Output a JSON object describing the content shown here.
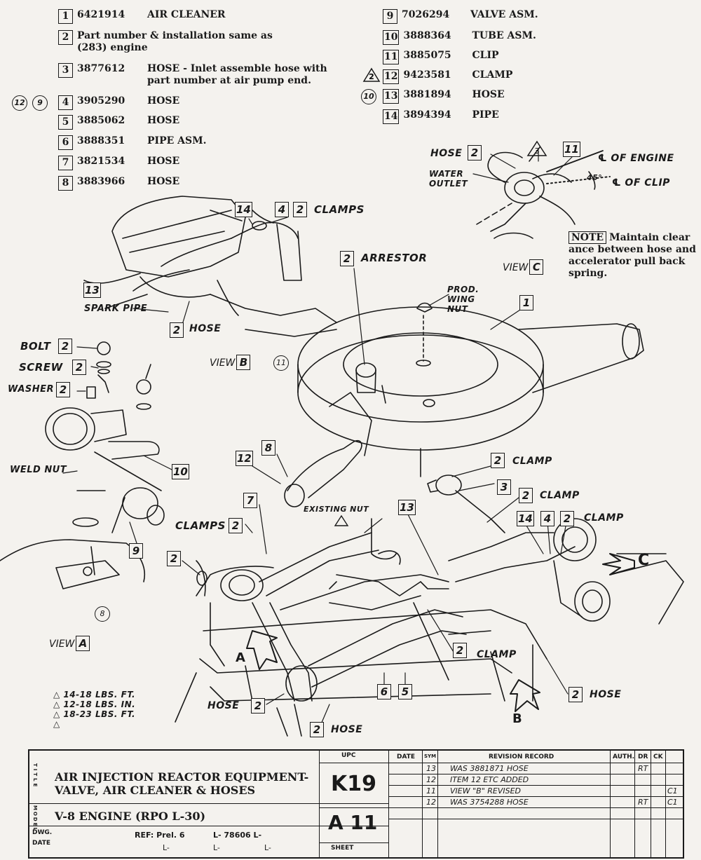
{
  "parts_list": [
    {
      "item": "1",
      "part": "6421914",
      "desc": "AIR CLEANER"
    },
    {
      "item": "2",
      "part": "",
      "desc": "Part number & installation same as (283) engine"
    },
    {
      "item": "3",
      "part": "3877612",
      "desc": "HOSE - Inlet assemble hose with part number at air pump end."
    },
    {
      "item": "4",
      "part": "3905290",
      "desc": "HOSE",
      "refs": [
        "12",
        "9"
      ]
    },
    {
      "item": "5",
      "part": "3885062",
      "desc": "HOSE"
    },
    {
      "item": "6",
      "part": "3888351",
      "desc": "PIPE ASM."
    },
    {
      "item": "7",
      "part": "3821534",
      "desc": "HOSE"
    },
    {
      "item": "8",
      "part": "3883966",
      "desc": "HOSE"
    },
    {
      "item": "9",
      "part": "7026294",
      "desc": "VALVE ASM."
    },
    {
      "item": "10",
      "part": "3888364",
      "desc": "TUBE ASM."
    },
    {
      "item": "11",
      "part": "3885075",
      "desc": "CLIP"
    },
    {
      "item": "12",
      "part": "9423581",
      "desc": "CLAMP",
      "flag": "2"
    },
    {
      "item": "13",
      "part": "3881894",
      "desc": "HOSE",
      "ref": "10"
    },
    {
      "item": "14",
      "part": "3894394",
      "desc": "PIPE"
    }
  ],
  "callouts": {
    "hose2_c": "HOSE",
    "water_outlet": "WATER OUTLET",
    "cl_engine": "℄ OF ENGINE",
    "cl_clip": "℄ OF CLIP",
    "deg45": "45°",
    "view_c": "VIEW",
    "c": "C",
    "note_tag": "NOTE",
    "note_text": "Maintain clear ance between hose and accelerator pull back spring.",
    "clamps_top": "CLAMPS",
    "arrestor": "ARRESTOR",
    "prod_wing_nut": "PROD. WING NUT",
    "spark_pipe": "SPARK PIPE",
    "hose_b": "HOSE",
    "view_b": "VIEW",
    "b": "B",
    "bolt": "BOLT",
    "screw": "SCREW",
    "washer": "WASHER",
    "weld_nut": "WELD NUT",
    "existing_nut": "EXISTING NUT",
    "clamps_mid": "CLAMPS",
    "clamp_a": "CLAMP",
    "clamp_b": "CLAMP",
    "clamp_c": "CLAMP",
    "clamp_d": "CLAMP",
    "hose_e": "HOSE",
    "hose_f": "HOSE",
    "hose_g": "HOSE",
    "view_a": "VIEW",
    "a": "A",
    "arrow_a": "A",
    "arrow_b": "B",
    "arrow_c": "C",
    "n2": "2",
    "n1": "1",
    "n3": "3",
    "n4": "4",
    "n5": "5",
    "n6": "6",
    "n7": "7",
    "n8": "8",
    "n9": "9",
    "n10": "10",
    "n11": "11",
    "n12": "12",
    "n13": "13",
    "n14": "14"
  },
  "torques": [
    "14-18 LBS. FT.",
    "12-18 LBS. IN.",
    "18-23 LBS. FT."
  ],
  "title_block": {
    "upc_label": "UPC",
    "upc": "K19",
    "group": "A 11",
    "sheet": "SHEET",
    "title_lines": [
      "AIR INJECTION REACTOR EQUIPMENT-",
      "VALVE, AIR CLEANER & HOSES"
    ],
    "model": "V-8 ENGINE (RPO L-30)",
    "title_tag": "TITLE",
    "model_tag": "MODEL",
    "dwg": "DWG.",
    "date": "DATE",
    "ref": "REF: Prel. 6",
    "ref_no": "L- 78606 L-",
    "l_marks": [
      "L-",
      "L-",
      "L-"
    ],
    "rev_headers": {
      "date": "DATE",
      "sym": "SYM",
      "record": "REVISION RECORD",
      "auth": "AUTH.",
      "dr": "DR",
      "ck": "CK"
    },
    "revisions": [
      {
        "sym": "13",
        "record": "WAS 3881871 HOSE",
        "auth": "",
        "dr": "RT",
        "ck": ""
      },
      {
        "sym": "12",
        "record": "ITEM 12 ETC ADDED",
        "auth": "",
        "dr": "",
        "ck": ""
      },
      {
        "sym": "11",
        "record": "VIEW \"B\" REVISED",
        "auth": "",
        "dr": "",
        "ck": "C1"
      },
      {
        "sym": "12",
        "record": "WAS 3754288 HOSE",
        "auth": "",
        "dr": "RT",
        "ck": "C1"
      }
    ]
  }
}
